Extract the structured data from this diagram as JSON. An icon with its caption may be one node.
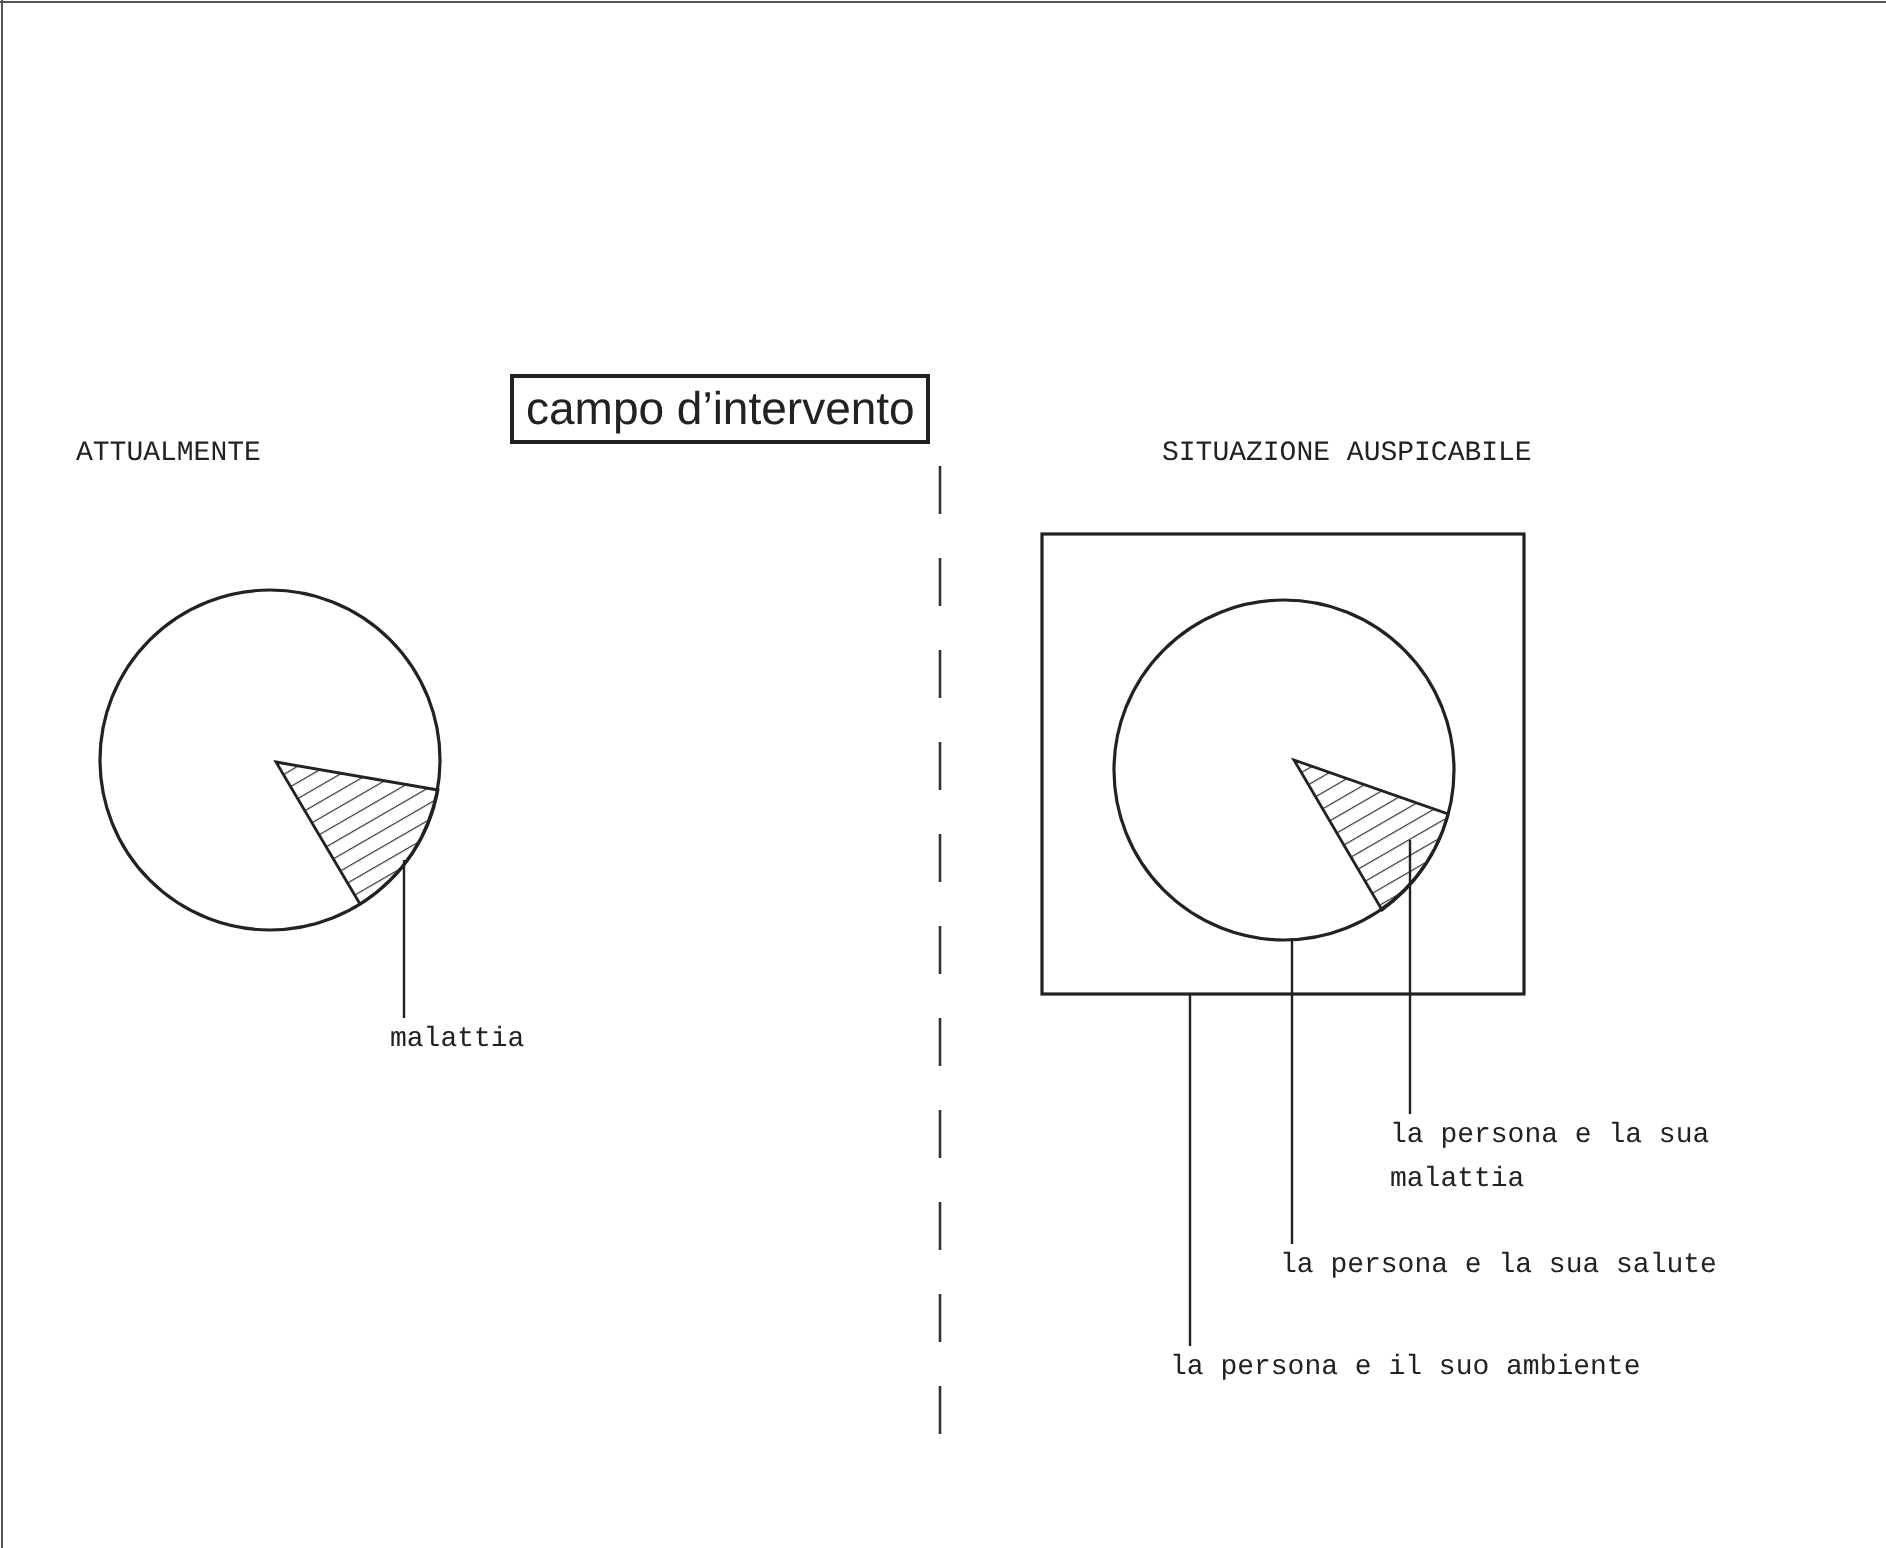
{
  "diagram": {
    "title": "campo d’intervento",
    "nodes": [
      {
        "text": [],
        "shape": "circle"
      },
      {
        "text": [],
        "shape": "wedge",
        "in": 0
      },
      {
        "text": [
          "malattia"
        ]
      },
      {
        "text": [],
        "shape": "box"
      },
      {
        "text": [],
        "shape": "circle",
        "in": 3
      },
      {
        "text": [],
        "shape": "wedge",
        "in": 4
      },
      {
        "text": [
          "la persona e la sua malattia"
        ]
      },
      {
        "text": [
          "la persona e la sua salute"
        ]
      },
      {
        "text": [
          "la persona e il suo ambiente"
        ]
      }
    ],
    "edges": [
      {
        "from": 2,
        "to": 1,
        "arrow": "none"
      },
      {
        "from": 6,
        "to": 5,
        "arrow": "none"
      },
      {
        "from": 7,
        "to": 4,
        "arrow": "none"
      },
      {
        "from": 8,
        "to": 3,
        "arrow": "none"
      }
    ],
    "labels": [
      "ATTUALMENTE",
      "SITUAZIONE AUSPICABILE"
    ]
  }
}
